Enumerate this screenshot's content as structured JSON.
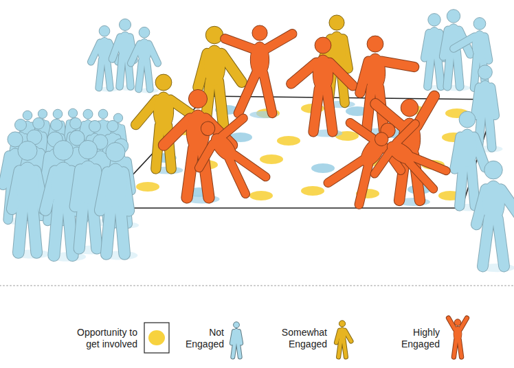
{
  "diagram": {
    "legend": [
      {
        "text": "Opportunity to get involved",
        "color": "#f7d23e"
      },
      {
        "text": "Not Engaged",
        "color": "#a9d9ea"
      },
      {
        "text": "Somewhat Engaged",
        "color": "#e6b422"
      },
      {
        "text": "Highly Engaged",
        "color": "#f26a2a"
      }
    ]
  }
}
